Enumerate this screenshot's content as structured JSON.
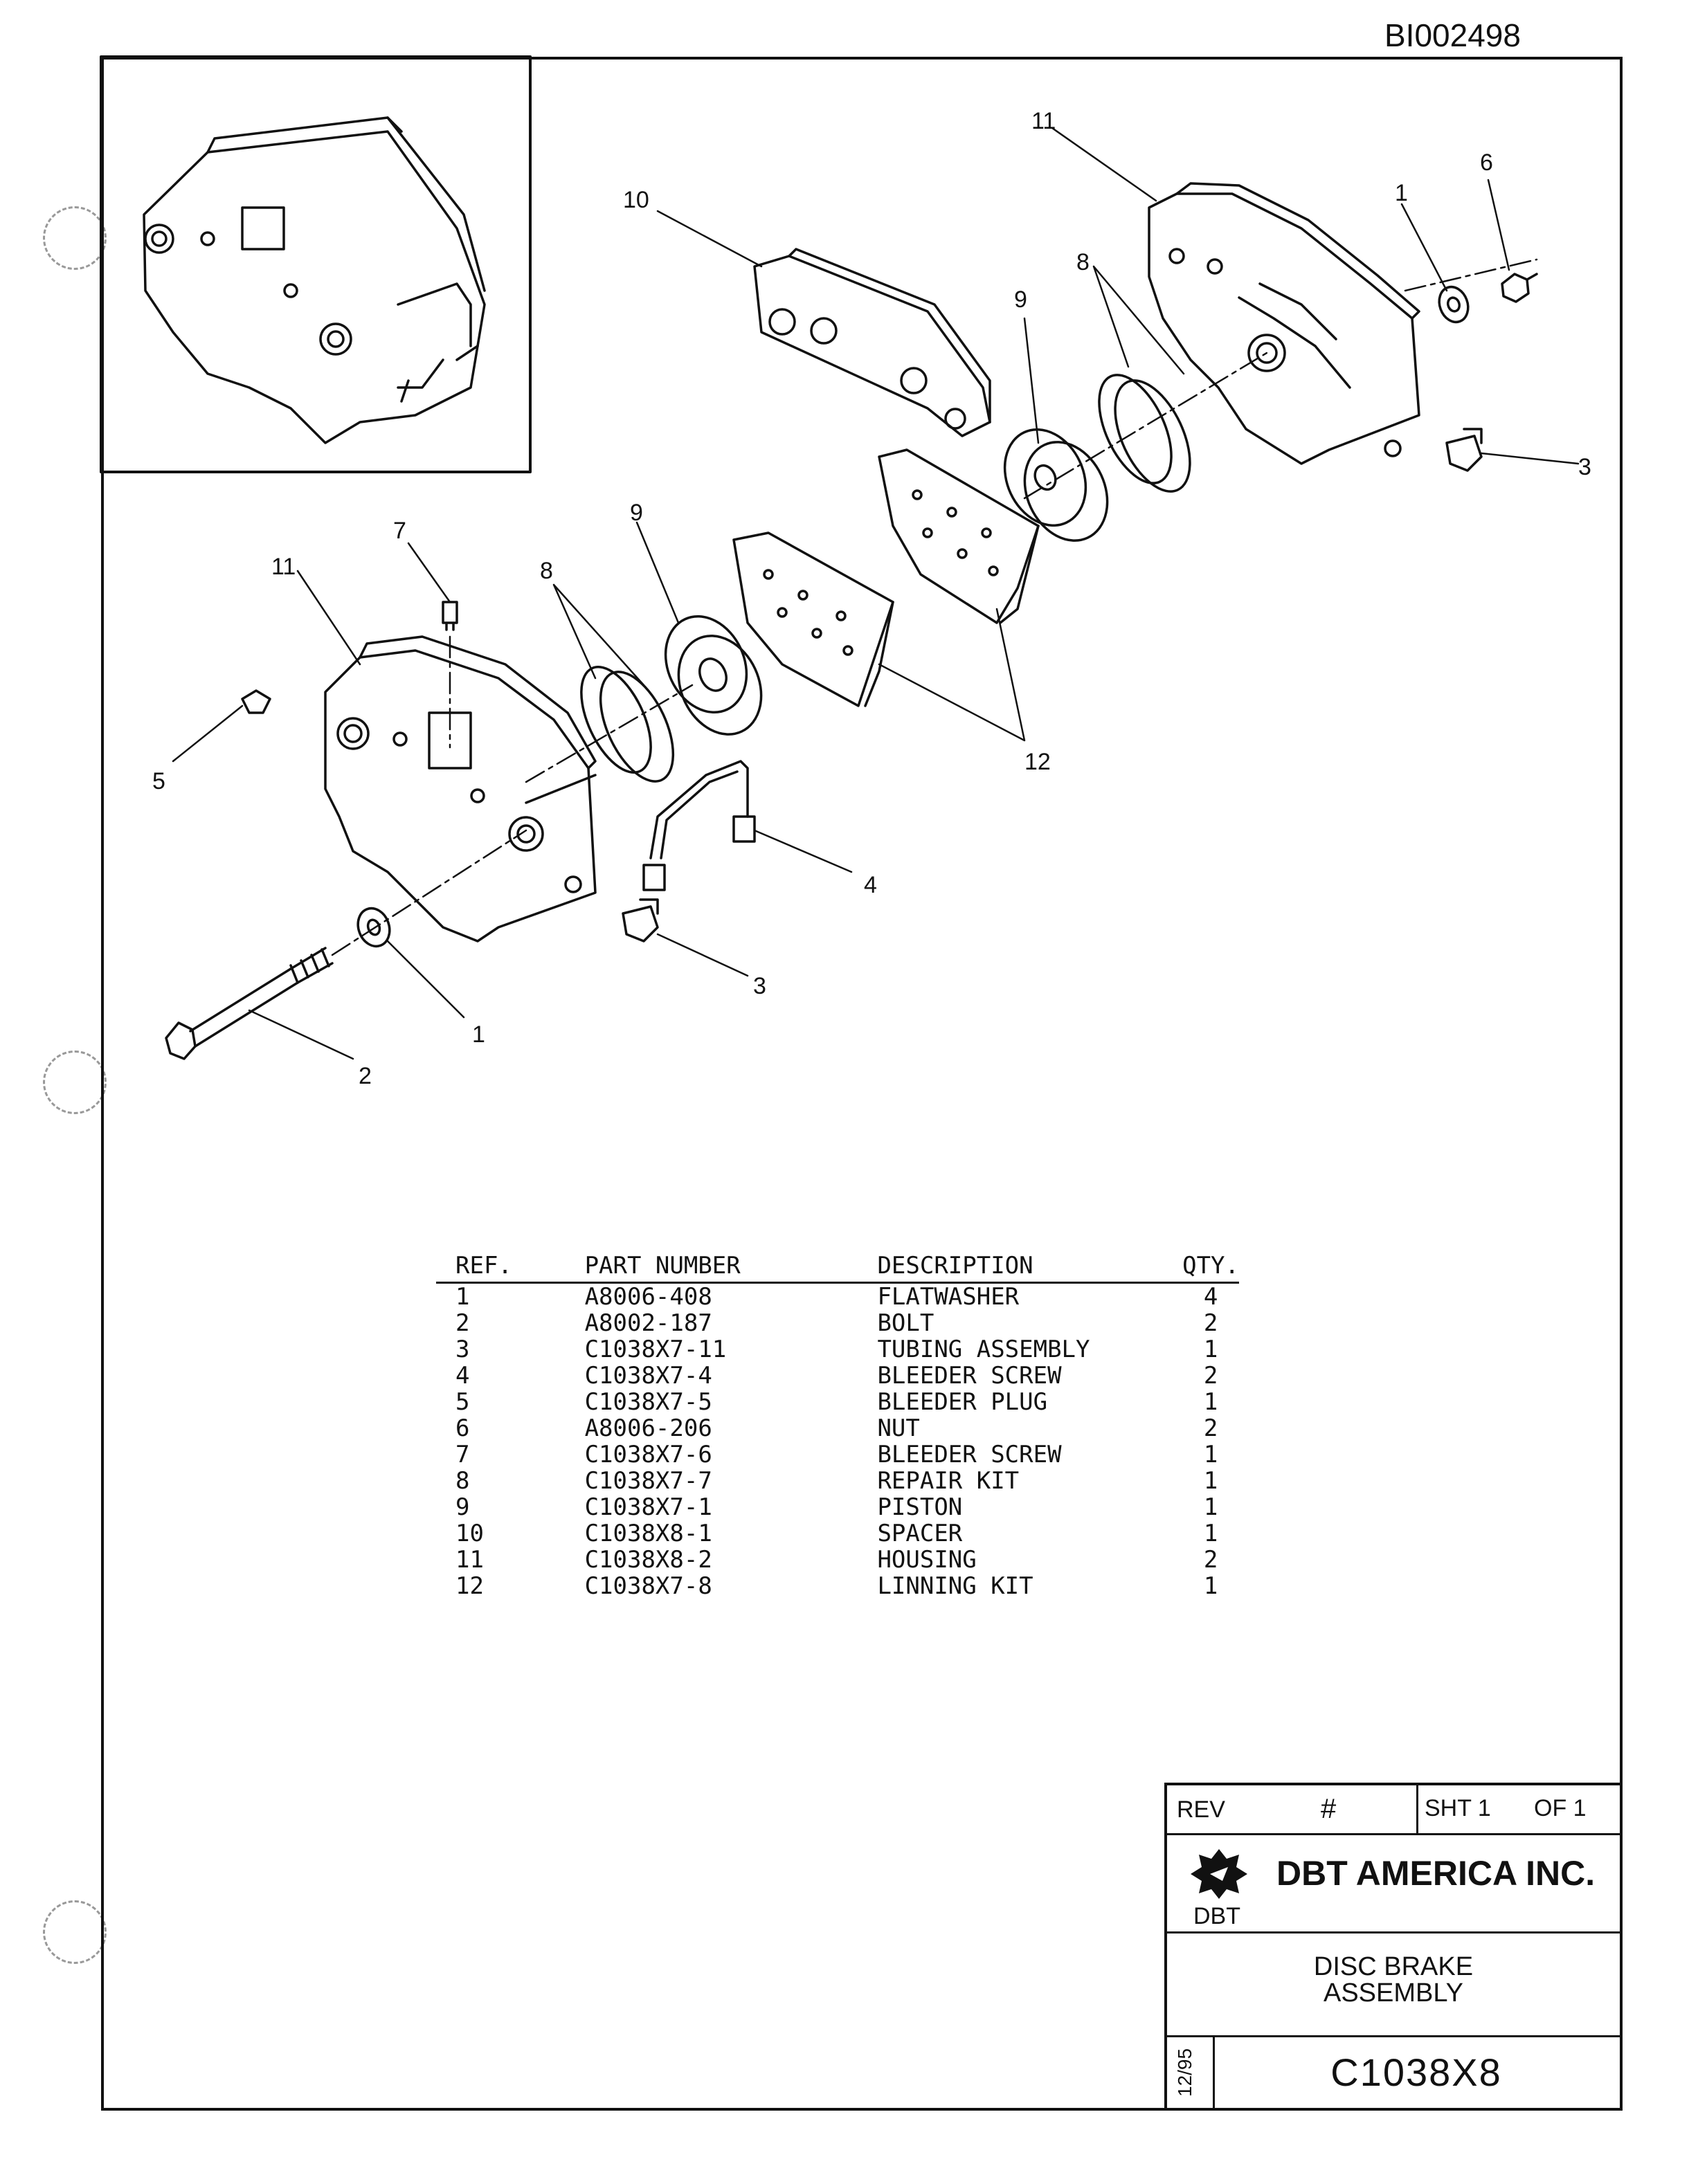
{
  "document_id": "BI002498",
  "callouts": {
    "c1a": "1",
    "c1b": "1",
    "c2": "2",
    "c3a": "3",
    "c3b": "3",
    "c4": "4",
    "c5": "5",
    "c6": "6",
    "c7": "7",
    "c8a": "8",
    "c8b": "8",
    "c9a": "9",
    "c9b": "9",
    "c10": "10",
    "c11a": "11",
    "c11b": "11",
    "c12": "12"
  },
  "parts_table": {
    "headers": {
      "ref": "REF.",
      "part_number": "PART NUMBER",
      "description": "DESCRIPTION",
      "qty": "QTY."
    },
    "rows": [
      {
        "ref": "1",
        "part_number": "A8006-408",
        "description": "FLATWASHER",
        "qty": "4"
      },
      {
        "ref": "2",
        "part_number": "A8002-187",
        "description": "BOLT",
        "qty": "2"
      },
      {
        "ref": "3",
        "part_number": "C1038X7-11",
        "description": "TUBING ASSEMBLY",
        "qty": "1"
      },
      {
        "ref": "4",
        "part_number": "C1038X7-4",
        "description": "BLEEDER SCREW",
        "qty": "2"
      },
      {
        "ref": "5",
        "part_number": "C1038X7-5",
        "description": "BLEEDER PLUG",
        "qty": "1"
      },
      {
        "ref": "6",
        "part_number": "A8006-206",
        "description": "NUT",
        "qty": "2"
      },
      {
        "ref": "7",
        "part_number": "C1038X7-6",
        "description": "BLEEDER SCREW",
        "qty": "1"
      },
      {
        "ref": "8",
        "part_number": "C1038X7-7",
        "description": "REPAIR KIT",
        "qty": "1"
      },
      {
        "ref": "9",
        "part_number": "C1038X7-1",
        "description": "PISTON",
        "qty": "1"
      },
      {
        "ref": "10",
        "part_number": "C1038X8-1",
        "description": "SPACER",
        "qty": "1"
      },
      {
        "ref": "11",
        "part_number": "C1038X8-2",
        "description": "HOUSING",
        "qty": "2"
      },
      {
        "ref": "12",
        "part_number": "C1038X7-8",
        "description": "LINNING KIT",
        "qty": "1"
      }
    ]
  },
  "title_block": {
    "rev_label": "REV",
    "rev_number": "#",
    "sheet": "SHT 1",
    "of": "OF 1",
    "company": "DBT AMERICA INC.",
    "logo_text": "DBT",
    "title_line1": "DISC BRAKE",
    "title_line2": "ASSEMBLY",
    "date": "12/95",
    "drawing_number": "C1038X8"
  }
}
